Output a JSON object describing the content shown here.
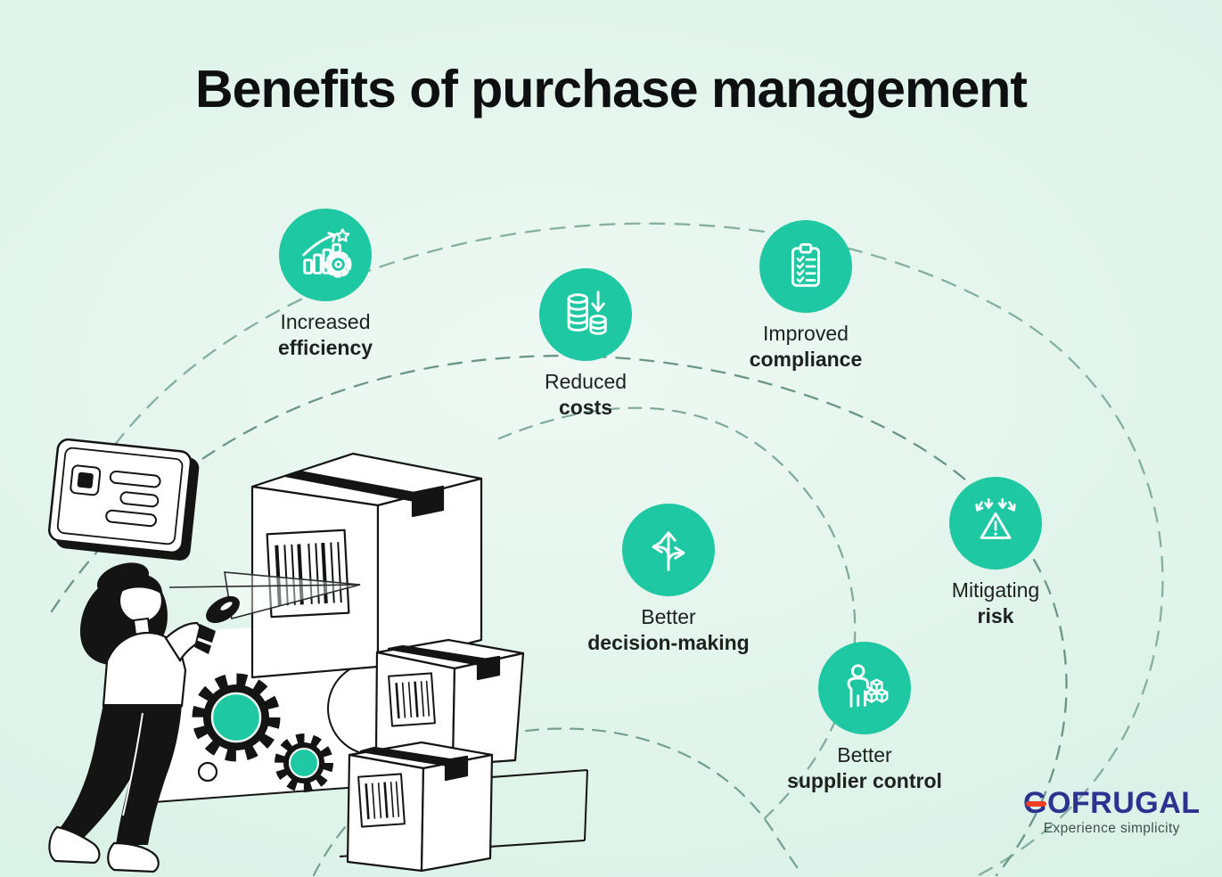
{
  "page": {
    "title": "Benefits of purchase management"
  },
  "benefits": [
    {
      "id": "increased-efficiency",
      "line1": "Increased",
      "line2": "efficiency",
      "icon": "growth-chart-star-gear-icon"
    },
    {
      "id": "reduced-costs",
      "line1": "Reduced",
      "line2": "costs",
      "icon": "coin-stacks-down-arrow-icon"
    },
    {
      "id": "improved-compliance",
      "line1": "Improved",
      "line2": "compliance",
      "icon": "checklist-clipboard-icon"
    },
    {
      "id": "better-decision-making",
      "line1": "Better",
      "line2": "decision-making",
      "icon": "three-way-arrows-icon"
    },
    {
      "id": "mitigating-risk",
      "line1": "Mitigating",
      "line2": "risk",
      "icon": "warning-triangle-arrows-icon"
    },
    {
      "id": "better-supplier-control",
      "line1": "Better",
      "line2": "supplier control",
      "icon": "supplier-person-boxes-icon"
    }
  ],
  "brand": {
    "logo_text": "GOFRUGAL",
    "tagline": "Experience simplicity"
  },
  "illustration": {
    "alt": "Woman scanning a barcode on stacked shipping boxes with a handheld scanner, beside gears and an invoice card"
  },
  "colors": {
    "accent_teal": "#1dc8a3",
    "background_mint": "#d8efe7",
    "logo_blue": "#2d3190",
    "logo_red": "#ea3e27",
    "arc_sage": "#7aa79a",
    "text_dark": "#191c1b"
  }
}
